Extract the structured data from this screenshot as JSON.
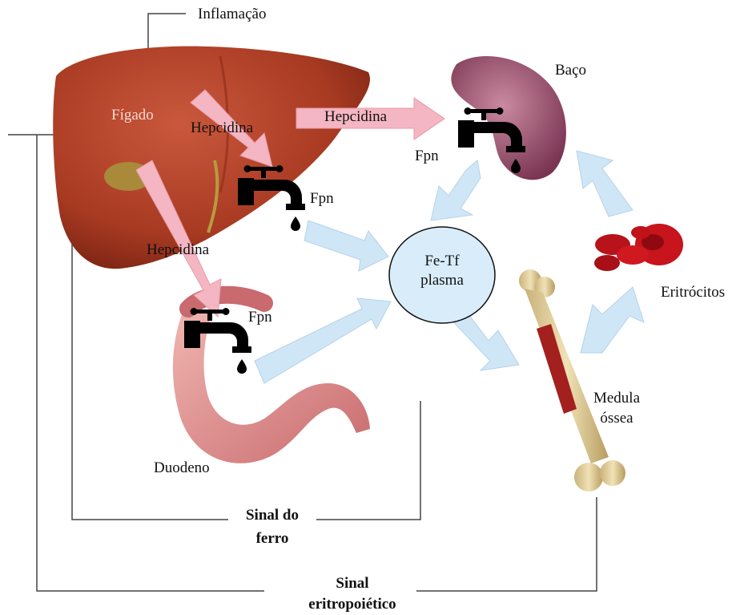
{
  "labels": {
    "inflammation": "Inflamação",
    "liver": "Fígado",
    "hepcidin_1": "Hepcidina",
    "hepcidin_2": "Hepcidina",
    "hepcidin_3": "Hepcidina",
    "spleen": "Baço",
    "fpn_spleen": "Fpn",
    "fpn_liver": "Fpn",
    "fpn_duodenum": "Fpn",
    "plasma_line1": "Fe-Tf",
    "plasma_line2": "plasma",
    "erythrocytes": "Eritrócitos",
    "marrow_line1": "Medula",
    "marrow_line2": "óssea",
    "duodenum": "Duodeno",
    "iron_signal_line1": "Sinal do",
    "iron_signal_line2": "ferro",
    "erythro_signal_line1": "Sinal",
    "erythro_signal_line2": "eritropoiético"
  },
  "colors": {
    "liver": "#b8442b",
    "hepcidin_arrow": "#f4b6c2",
    "flow_arrow": "#cfe6f7",
    "spleen": "#a85a78",
    "rbc": "#c8141c",
    "bone": "#e2cf98",
    "duodenum": "#d98c8c",
    "faucet": "#000000",
    "plasma_fill": "#d8ecfa"
  },
  "icons": {
    "faucet": "faucet-icon",
    "drop": "drop-icon"
  }
}
